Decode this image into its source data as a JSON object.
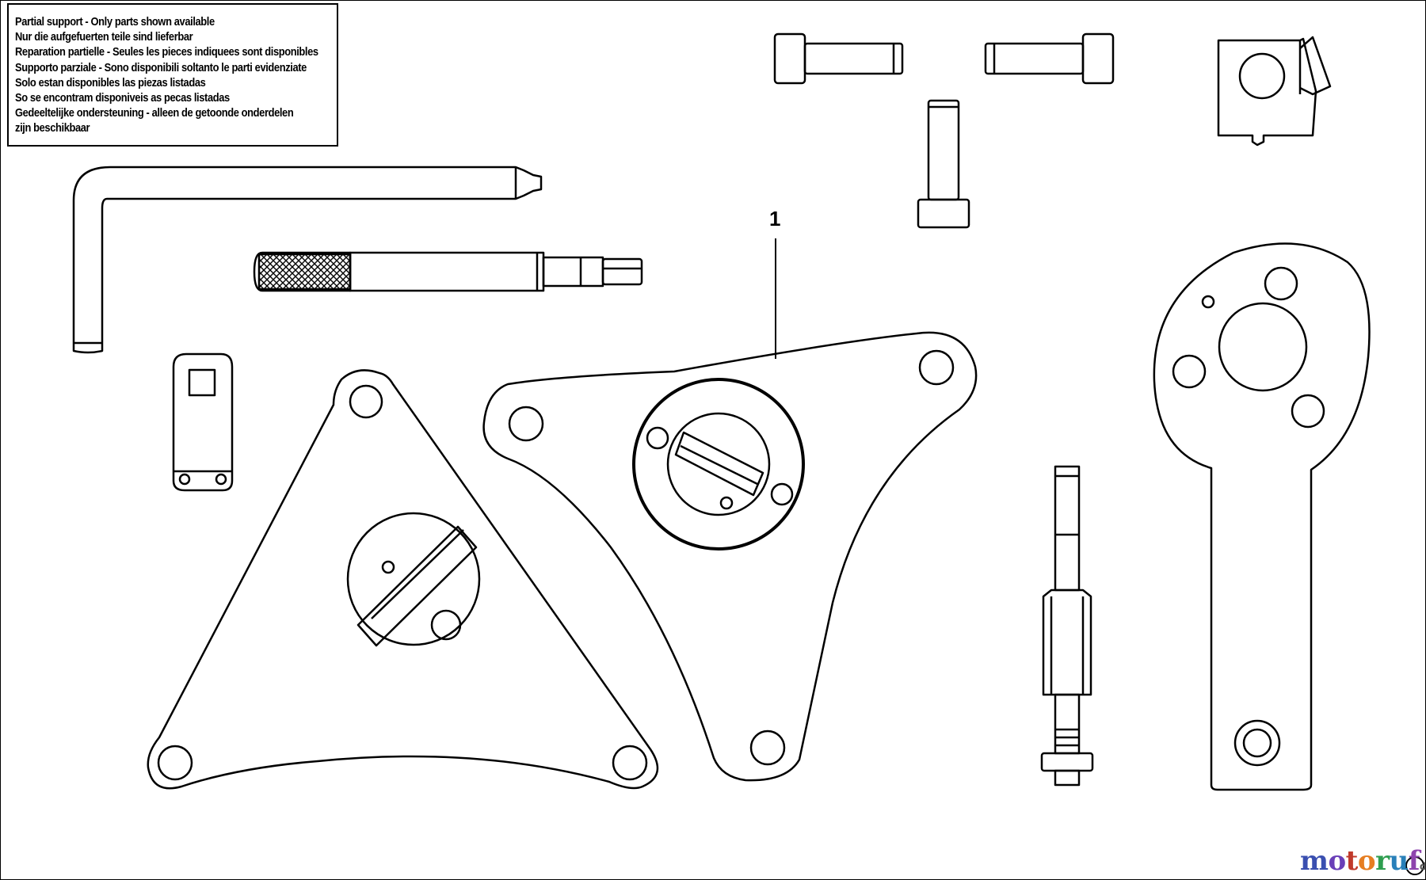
{
  "notice": {
    "lines": [
      "Partial support - Only parts shown available",
      "Nur die aufgefuerten teile sind lieferbar",
      "Reparation partielle - Seules les pieces indiquees sont disponibles",
      "Supporto parziale - Sono disponibili soltanto le parti evidenziate",
      "Solo estan disponibles las piezas listadas",
      "So se encontram disponiveis as pecas listadas",
      "Gedeeltelijke ondersteuning - alleen de getoonde onderdelen",
      "zijn beschikbaar"
    ]
  },
  "callout": {
    "ref_number": "1"
  },
  "watermark": {
    "text": "motoruf",
    "suffix": "de"
  },
  "icons": {
    "parts": [
      "bolt-left-icon",
      "bolt-right-icon",
      "square-clamp-icon",
      "vertical-bolt-icon",
      "l-pin-icon",
      "knurled-pin-icon",
      "small-bracket-icon",
      "triangle-plate-left-icon",
      "triangle-plate-center-icon",
      "threaded-rod-icon",
      "holding-wrench-icon"
    ]
  }
}
